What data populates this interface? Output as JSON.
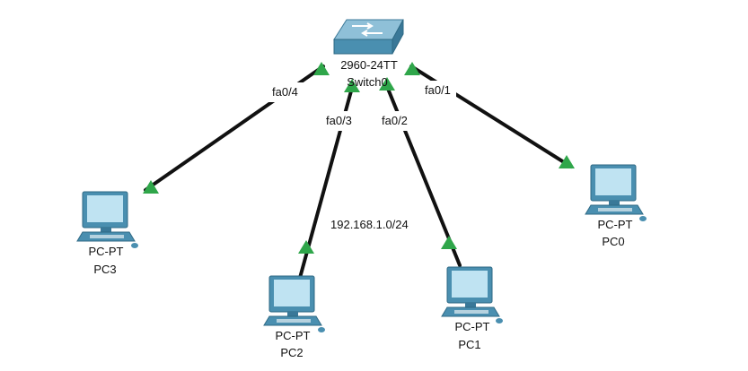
{
  "switch": {
    "model": "2960-24TT",
    "name": "Switch0"
  },
  "pcs": [
    {
      "id": "pc0",
      "model": "PC-PT",
      "name": "PC0"
    },
    {
      "id": "pc1",
      "model": "PC-PT",
      "name": "PC1"
    },
    {
      "id": "pc2",
      "model": "PC-PT",
      "name": "PC2"
    },
    {
      "id": "pc3",
      "model": "PC-PT",
      "name": "PC3"
    }
  ],
  "links": [
    {
      "port": "fa0/1",
      "to": "PC0"
    },
    {
      "port": "fa0/2",
      "to": "PC1"
    },
    {
      "port": "fa0/3",
      "to": "PC2"
    },
    {
      "port": "fa0/4",
      "to": "PC3"
    }
  ],
  "network": {
    "label": "192.168.1.0/24"
  },
  "colors": {
    "link": "#111111",
    "link_up": "#2fa64a",
    "device_body": "#4a8fb0",
    "device_screen": "#bfe3f2"
  }
}
